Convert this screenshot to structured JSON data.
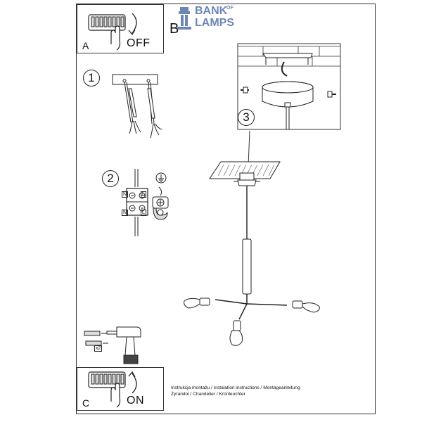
{
  "brand": {
    "name_line1": "BANK",
    "name_of": "OF",
    "name_line2": "LAMPS"
  },
  "panels": {
    "a": {
      "letter": "A",
      "switch_label": "OFF"
    },
    "b": {
      "letter": "B"
    },
    "c": {
      "letter": "C",
      "switch_label": "ON"
    }
  },
  "steps": [
    "1",
    "2",
    "3"
  ],
  "wiring_labels": {
    "neutral": "N",
    "live": "L",
    "drill_bit_count": "x2"
  },
  "caption": {
    "line1": "Instrukcja montażu / instalation instructions / Montageanleitung",
    "line2": "Żyrandol / Chandelier / Kronleuchter"
  }
}
